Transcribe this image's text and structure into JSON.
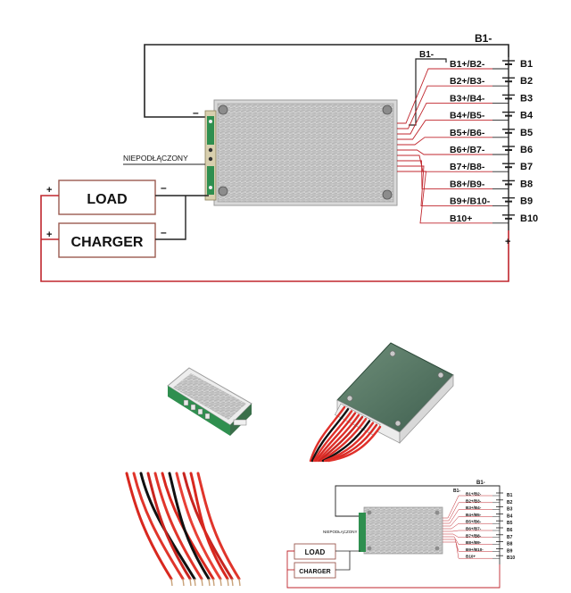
{
  "diagram": {
    "top_label": "B1-",
    "inner_label": "B1-",
    "minus_sign": "–",
    "plus_sign": "+",
    "niepodlaczony": "NIEPODŁĄCZONY",
    "load": "LOAD",
    "charger": "CHARGER",
    "wire_labels": [
      "B1+/B2-",
      "B2+/B3-",
      "B3+/B4-",
      "B4+/B5-",
      "B5+/B6-",
      "B6+/B7-",
      "B7+/B8-",
      "B8+/B9-",
      "B9+/B10-",
      "B10+"
    ],
    "cells": [
      "B1",
      "B2",
      "B3",
      "B4",
      "B5",
      "B6",
      "B7",
      "B8",
      "B9",
      "B10"
    ],
    "colors": {
      "black_wire": "#222222",
      "red_wire": "#c0262d",
      "box_border": "#9b5a50",
      "pcb_green": "#2f8f4f",
      "plate": "#c9c9c9"
    }
  },
  "photos": [
    {
      "name": "bms-board-small",
      "icon": "pcb-photo"
    },
    {
      "name": "bms-board-green-with-wires",
      "icon": "pcb-photo"
    },
    {
      "name": "wire-bundle",
      "icon": "wires-photo"
    }
  ]
}
